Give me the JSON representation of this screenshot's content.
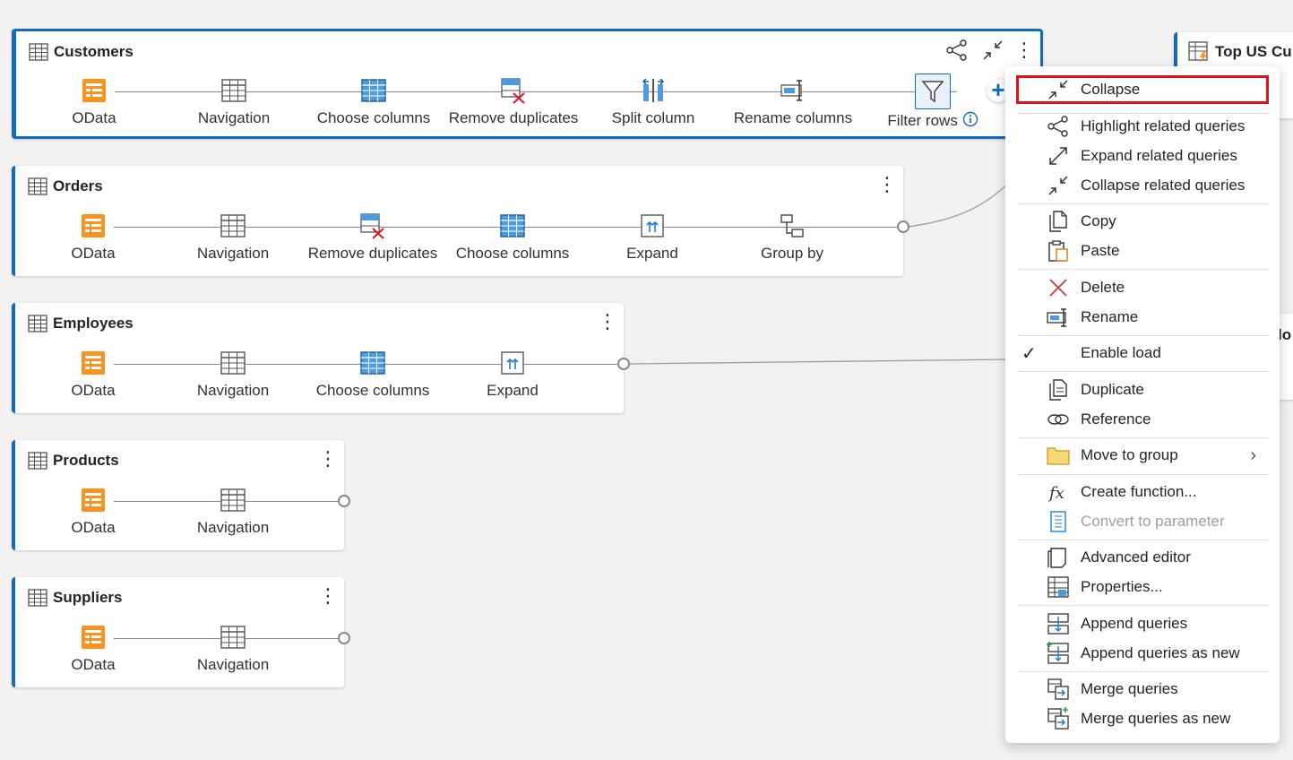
{
  "queries": [
    {
      "name": "Customers",
      "steps": [
        "OData",
        "Navigation",
        "Choose columns",
        "Remove duplicates",
        "Split column",
        "Rename columns",
        "Filter rows"
      ]
    },
    {
      "name": "Orders",
      "steps": [
        "OData",
        "Navigation",
        "Remove duplicates",
        "Choose columns",
        "Expand",
        "Group by"
      ]
    },
    {
      "name": "Employees",
      "steps": [
        "OData",
        "Navigation",
        "Choose columns",
        "Expand"
      ]
    },
    {
      "name": "Products",
      "steps": [
        "OData",
        "Navigation"
      ]
    },
    {
      "name": "Suppliers",
      "steps": [
        "OData",
        "Navigation"
      ]
    }
  ],
  "partial_query": {
    "name": "Top US Cu",
    "fragment": "lo"
  },
  "context_menu": {
    "items": [
      {
        "label": "Collapse",
        "icon": "collapse-icon",
        "highlighted": true
      },
      {
        "label": "Highlight related queries",
        "icon": "share-nodes-icon"
      },
      {
        "label": "Expand related queries",
        "icon": "expand-icon"
      },
      {
        "label": "Collapse related queries",
        "icon": "collapse-icon"
      },
      {
        "label": "Copy",
        "icon": "copy-icon"
      },
      {
        "label": "Paste",
        "icon": "paste-icon"
      },
      {
        "label": "Delete",
        "icon": "delete-icon"
      },
      {
        "label": "Rename",
        "icon": "rename-icon"
      },
      {
        "label": "Enable load",
        "icon": "check-icon",
        "checked": true
      },
      {
        "label": "Duplicate",
        "icon": "duplicate-icon"
      },
      {
        "label": "Reference",
        "icon": "reference-icon"
      },
      {
        "label": "Move to group",
        "icon": "folder-icon",
        "submenu": true
      },
      {
        "label": "Create function...",
        "icon": "function-icon"
      },
      {
        "label": "Convert to parameter",
        "icon": "parameter-icon",
        "disabled": true
      },
      {
        "label": "Advanced editor",
        "icon": "advanced-editor-icon"
      },
      {
        "label": "Properties...",
        "icon": "properties-icon"
      },
      {
        "label": "Append queries",
        "icon": "append-icon"
      },
      {
        "label": "Append queries as new",
        "icon": "append-new-icon"
      },
      {
        "label": "Merge queries",
        "icon": "merge-icon"
      },
      {
        "label": "Merge queries as new",
        "icon": "merge-new-icon"
      }
    ]
  },
  "colors": {
    "accent": "#0f6cbd",
    "highlight_border": "#e0121b",
    "odata_orange": "#f7931e"
  }
}
